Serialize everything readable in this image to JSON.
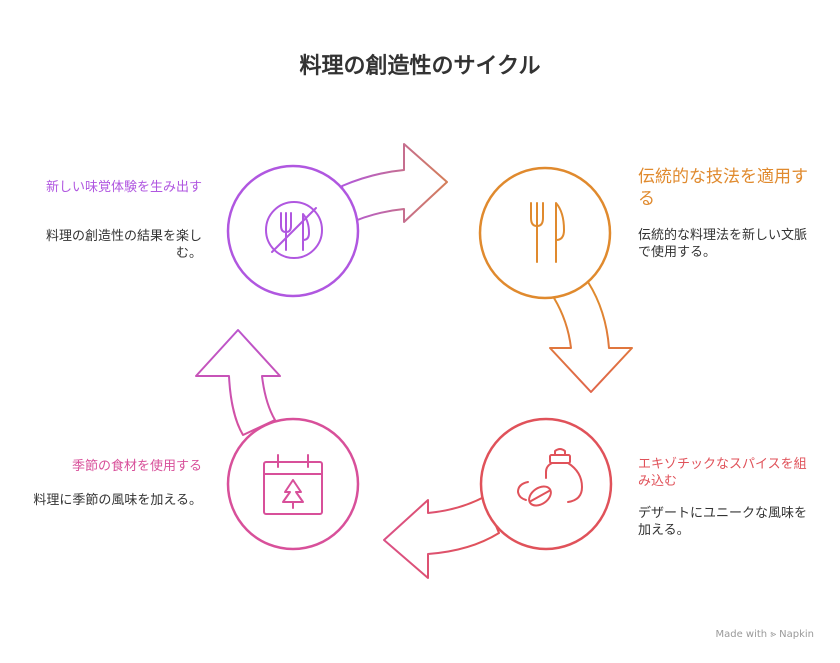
{
  "title": "料理の創造性のサイクル",
  "steps": [
    {
      "title": "伝統的な技法を適用する",
      "description": "伝統的な料理法を新しい文脈で使用する。",
      "color": "#E08A2E",
      "icon": "fork-knife-icon"
    },
    {
      "title": "エキゾチックなスパイスを組み込む",
      "description": "デザートにユニークな風味を加える。",
      "color": "#E0525A",
      "icon": "spices-icon"
    },
    {
      "title": "季節の食材を使用する",
      "description": "料理に季節の風味を加える。",
      "color": "#D8509A",
      "icon": "seasonal-calendar-icon"
    },
    {
      "title": "新しい味覚体験を生み出す",
      "description": "料理の創造性の結果を楽しむ。",
      "color": "#B057E0",
      "icon": "new-taste-icon"
    }
  ],
  "footer": "Made with ⪢ Napkin"
}
